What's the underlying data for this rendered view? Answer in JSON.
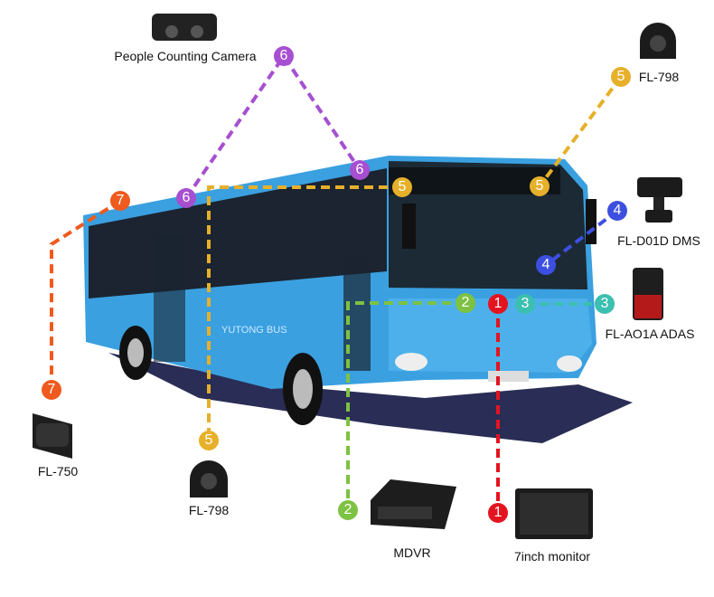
{
  "title": "Bus camera system diagram",
  "colors": {
    "1": "#e3141f",
    "2": "#7dc242",
    "3": "#3bbfb0",
    "4": "#3d4fe0",
    "5": "#e6b02a",
    "6": "#a64fd0",
    "7": "#ef5a1e",
    "bus": "#3aa0e0"
  },
  "markers": {
    "m1": "1",
    "m2": "2",
    "m3": "3",
    "m4": "4",
    "m5": "5",
    "m6": "6",
    "m7": "7"
  },
  "devices": {
    "people_counting": "People Counting Camera",
    "fl798_top": "FL-798",
    "dms": "FL-D01D DMS",
    "adas": "FL-AO1A ADAS",
    "fl750": "FL-750",
    "fl798_side": "FL-798",
    "mdvr": "MDVR",
    "monitor": "7inch monitor"
  },
  "bus_text": "YUTONG BUS"
}
